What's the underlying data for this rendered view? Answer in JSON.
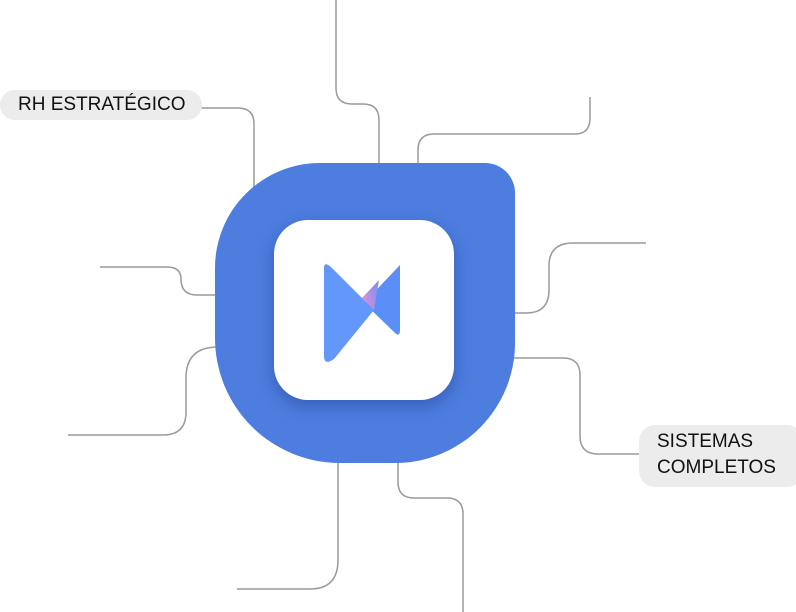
{
  "labels": {
    "rh_estrategico": "RH ESTRATÉGICO",
    "sistemas_line1": "SISTEMAS",
    "sistemas_line2": "COMPLETOS"
  },
  "colors": {
    "outer_shape": "#4c7ddf",
    "card": "#ffffff",
    "logo_blue": "#5b8ff7",
    "logo_accent": "#c58be6",
    "connector": "#9a9a9a",
    "pill": "#ececec"
  },
  "icons": {
    "logo": "bowtie-logo-icon"
  }
}
